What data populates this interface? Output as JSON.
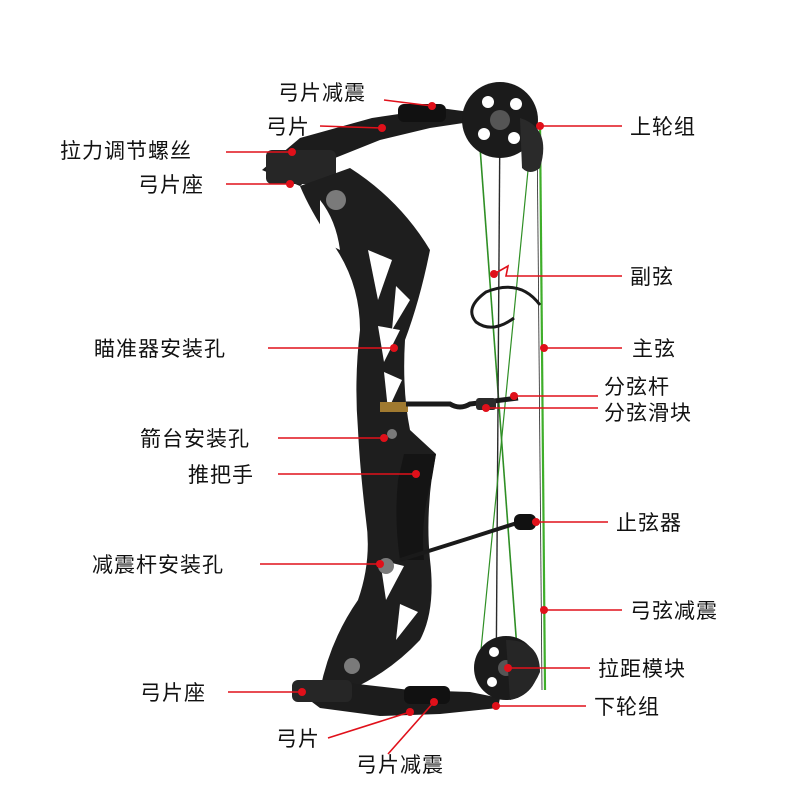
{
  "labels": {
    "limb_damper_top": "弓片减震",
    "limb_top": "弓片",
    "draw_weight_bolt": "拉力调节螺丝",
    "limb_pocket_top": "弓片座",
    "top_cam": "上轮组",
    "buss_cable": "副弦",
    "sight_mount": "瞄准器安装孔",
    "main_string": "主弦",
    "cable_rod": "分弦杆",
    "cable_slide": "分弦滑块",
    "rest_mount": "箭台安装孔",
    "grip": "推把手",
    "string_stop": "止弦器",
    "stabilizer_mount": "减震杆安装孔",
    "string_suppressor": "弓弦减震",
    "draw_module": "拉距模块",
    "limb_pocket_bottom": "弓片座",
    "bottom_cam": "下轮组",
    "limb_bottom": "弓片",
    "limb_damper_bottom": "弓片减震"
  },
  "colors": {
    "leader": "#e0101a",
    "bow_body": "#1c1c1c",
    "string": "#3fae2a",
    "text": "#111111"
  }
}
